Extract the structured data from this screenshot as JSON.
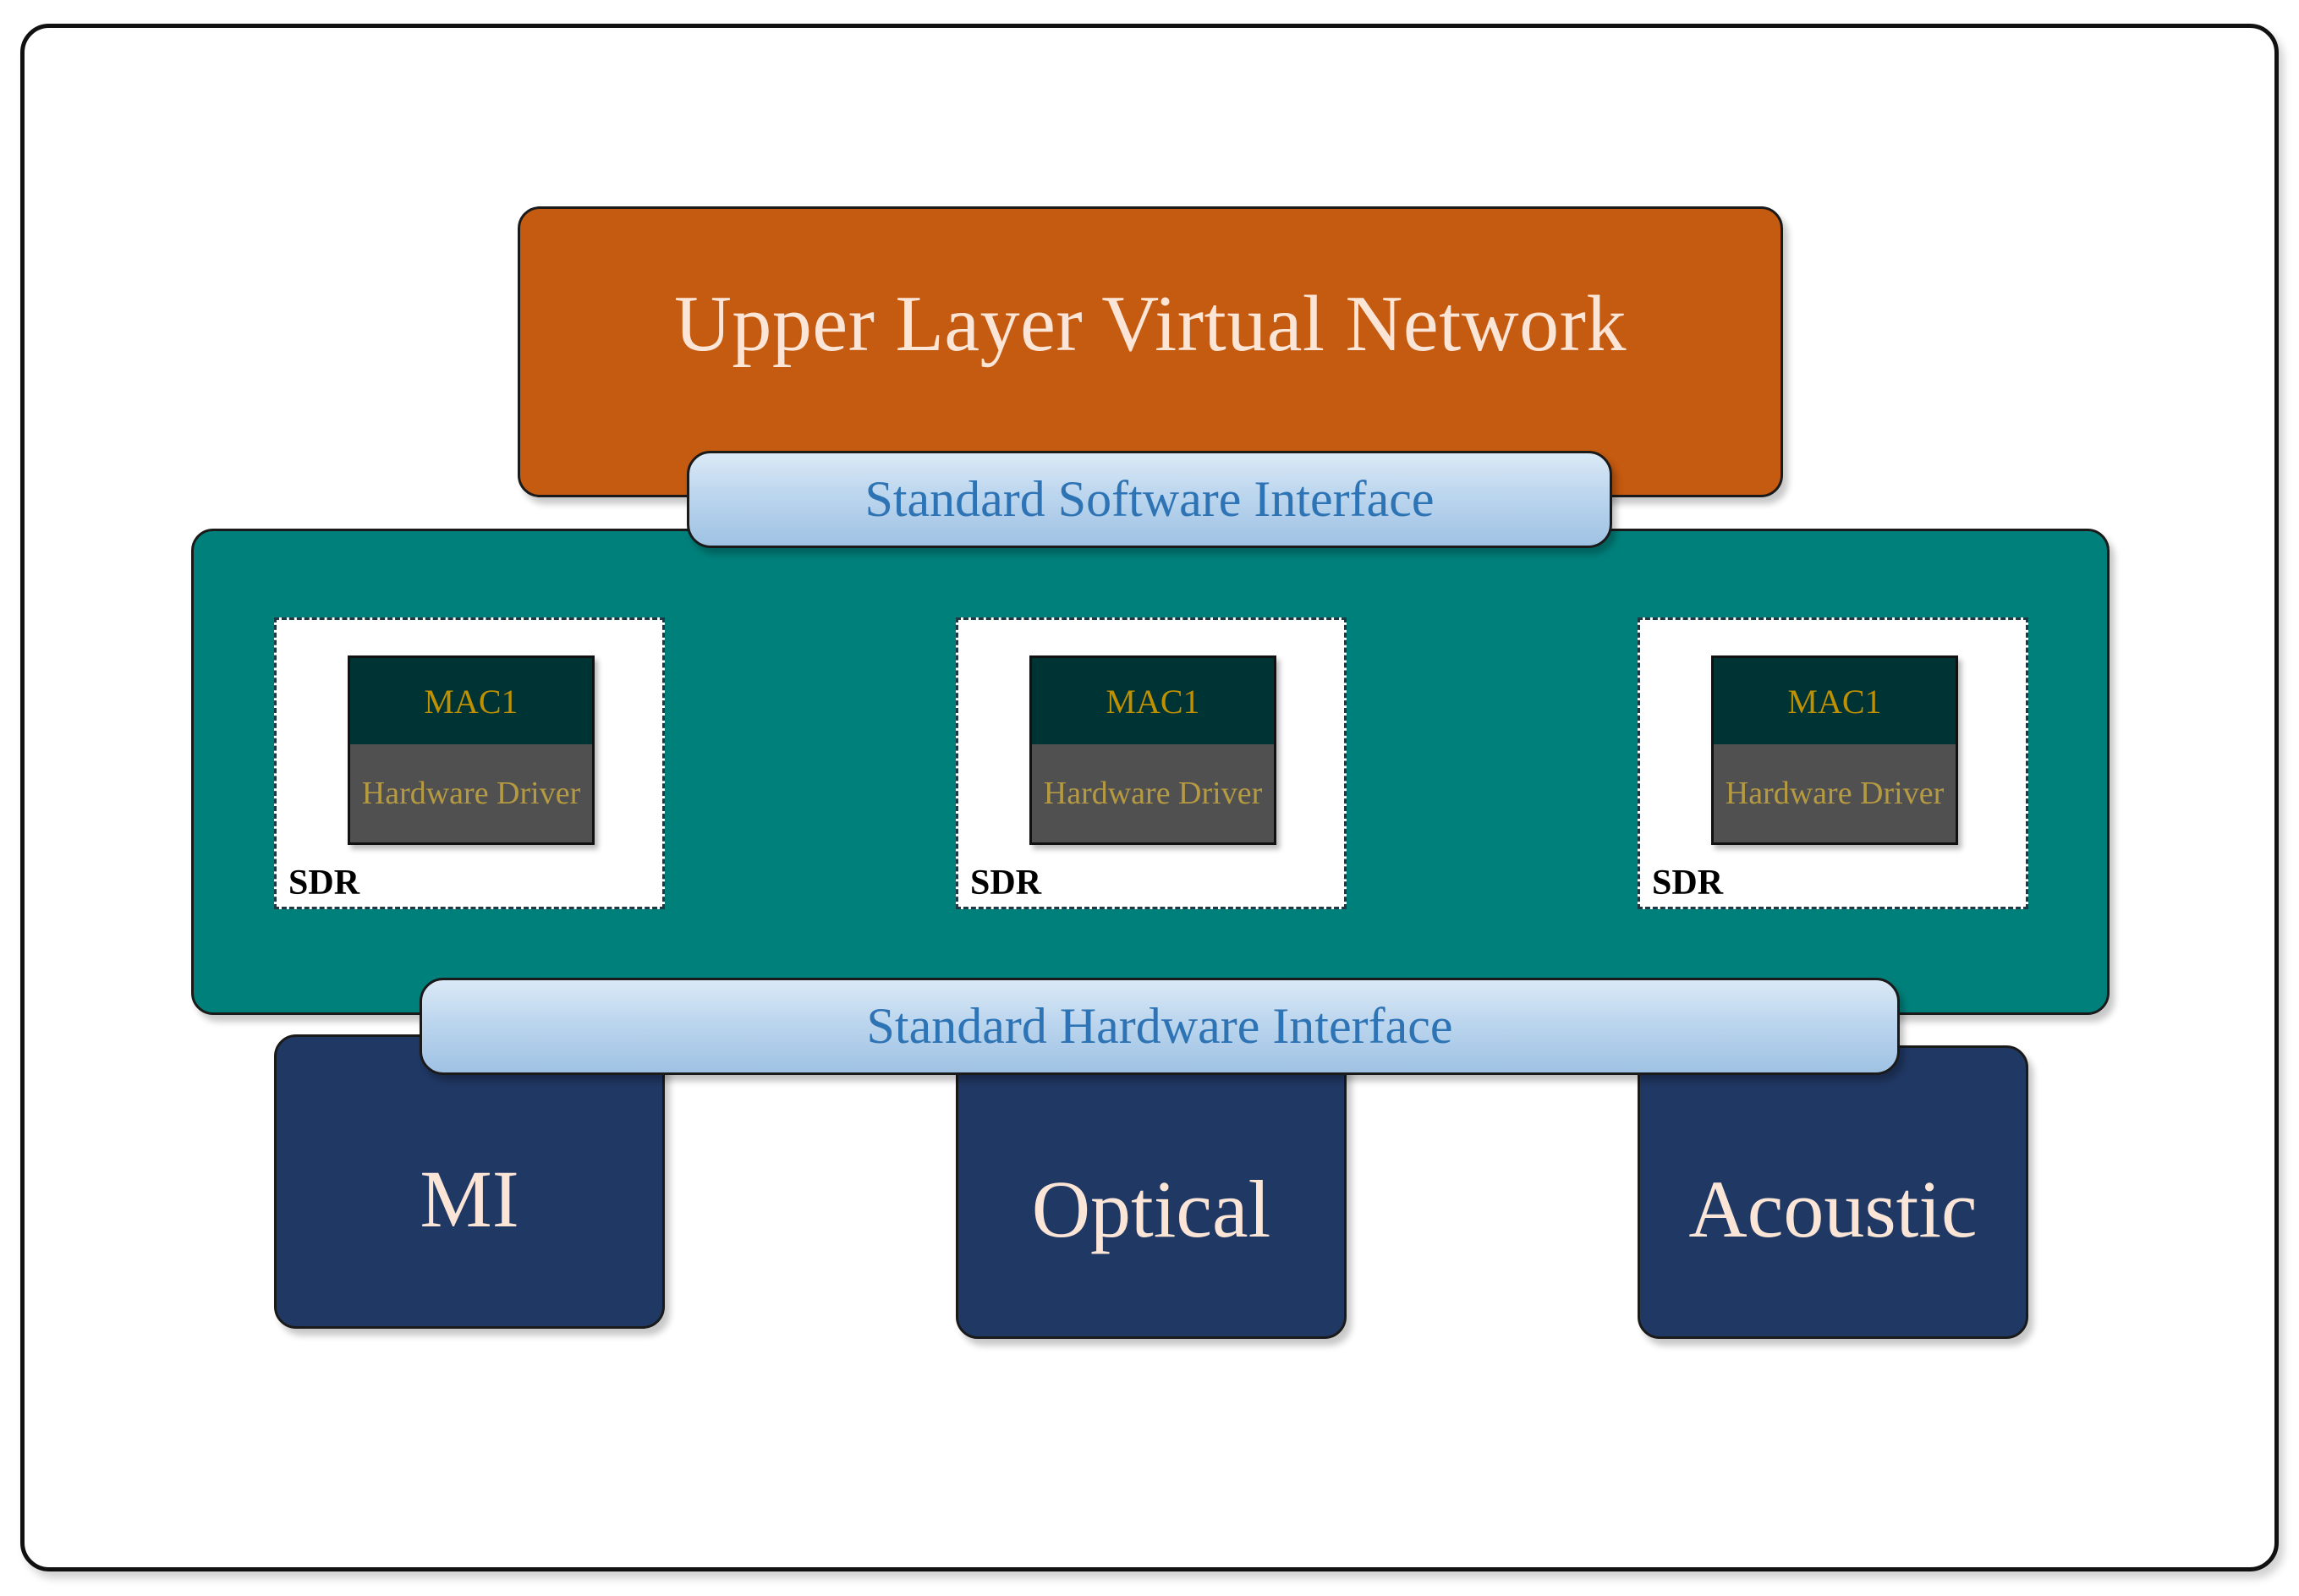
{
  "upper_layer": {
    "label": "Upper Layer Virtual Network"
  },
  "interfaces": {
    "software": "Standard Software Interface",
    "hardware": "Standard Hardware Interface"
  },
  "sdr_units": [
    {
      "label": "SDR",
      "mac": "MAC1",
      "driver": "Hardware Driver"
    },
    {
      "label": "SDR",
      "mac": "MAC1",
      "driver": "Hardware Driver"
    },
    {
      "label": "SDR",
      "mac": "MAC1",
      "driver": "Hardware Driver"
    }
  ],
  "media": [
    {
      "label": "MI"
    },
    {
      "label": "Optical"
    },
    {
      "label": "Acoustic"
    }
  ],
  "colors": {
    "upper_layer_fill": "#c55a11",
    "sdr_container_fill": "#00807b",
    "interface_fill": "#bcd6ee",
    "interface_text": "#2e74b5",
    "mac_fill": "#003333",
    "driver_fill": "#505050",
    "mac_text": "#bf9000",
    "medium_fill": "#203864",
    "light_text": "#fbe5d6"
  }
}
